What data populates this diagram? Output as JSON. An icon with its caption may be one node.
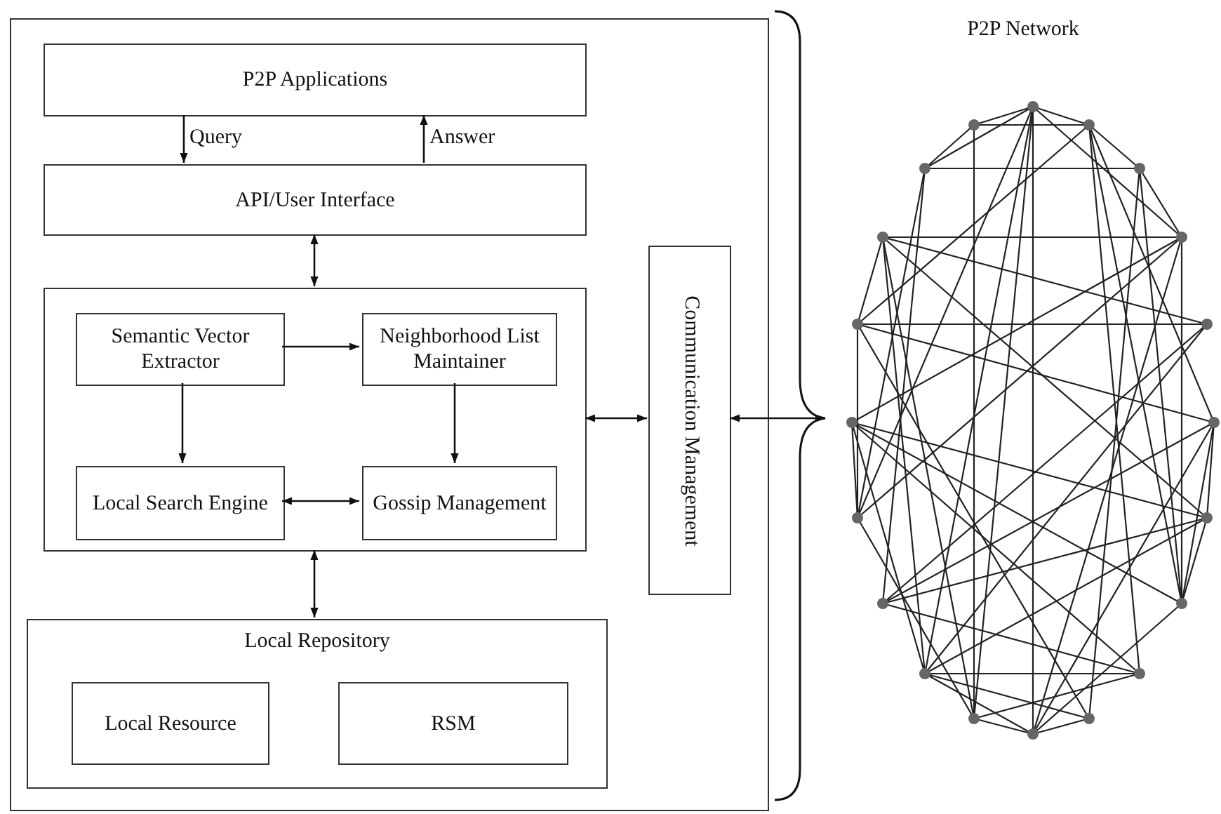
{
  "diagram": {
    "nodes": [
      {
        "text": [],
        "shape": "box"
      },
      {
        "text": [
          "P2P Applications"
        ],
        "in": 0
      },
      {
        "text": [
          "API/User Interface"
        ],
        "in": 0
      },
      {
        "text": [],
        "shape": "box",
        "in": 0
      },
      {
        "text": [
          "Semantic Vector Extractor"
        ],
        "in": 3
      },
      {
        "text": [
          "Neighborhood List Maintainer"
        ],
        "in": 3
      },
      {
        "text": [
          "Local Search Engine"
        ],
        "in": 3
      },
      {
        "text": [
          "Gossip Management"
        ],
        "in": 3
      },
      {
        "text": [
          "Local Repository"
        ],
        "in": 0
      },
      {
        "text": [
          "Local Resource"
        ],
        "in": 8
      },
      {
        "text": [
          "RSM"
        ],
        "in": 8
      },
      {
        "text": [
          "Communication Management"
        ],
        "in": 0
      },
      {
        "text": [
          "P2P Network"
        ]
      }
    ],
    "edges": [
      {
        "from": 1,
        "to": 2,
        "arrow": "to",
        "label": "Query"
      },
      {
        "from": 2,
        "to": 1,
        "arrow": "to",
        "label": "Answer"
      },
      {
        "from": 2,
        "to": 3,
        "arrow": "both"
      },
      {
        "from": 4,
        "to": 5,
        "arrow": "to"
      },
      {
        "from": 4,
        "to": 6,
        "arrow": "to"
      },
      {
        "from": 5,
        "to": 7,
        "arrow": "to"
      },
      {
        "from": 6,
        "to": 7,
        "arrow": "both"
      },
      {
        "from": 3,
        "to": 8,
        "arrow": "both"
      },
      {
        "from": 3,
        "to": 11,
        "arrow": "both"
      },
      {
        "from": 11,
        "to": 12,
        "arrow": "both"
      }
    ]
  }
}
